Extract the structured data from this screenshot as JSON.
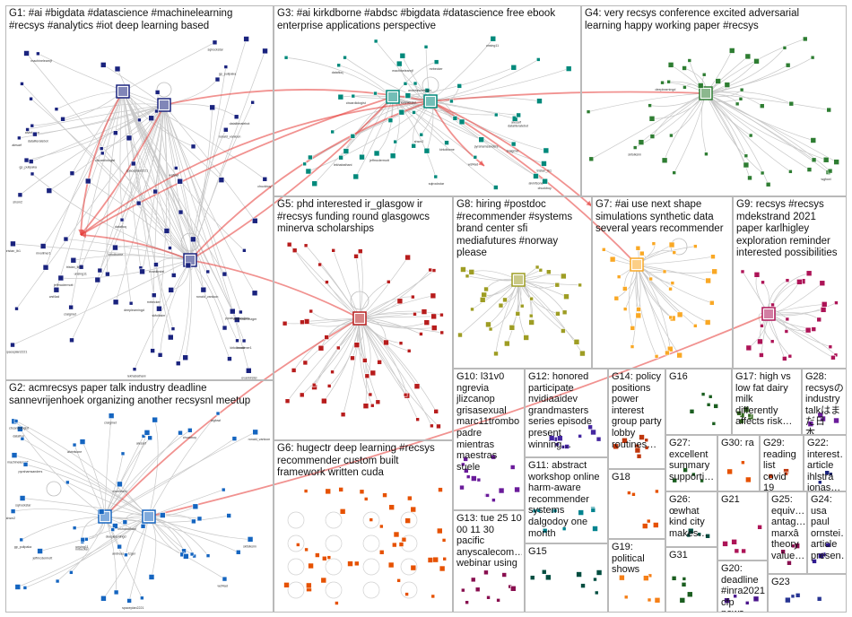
{
  "groups": [
    {
      "id": "G1",
      "text": "G1: #ai #bigdata #datascience #machinelearning\n#recsys #analytics #iot deep learning based",
      "color": "#1a237e"
    },
    {
      "id": "G2",
      "text": "G2: acmrecsys paper talk industry deadline\nsannevrijenhoek organizing another recsysnl meetup",
      "color": "#1565c0"
    },
    {
      "id": "G3",
      "text": "G3: #ai kirkdborne #abdsc #bigdata #datascience free ebook\nenterprise applications perspective",
      "color": "#00897b"
    },
    {
      "id": "G4",
      "text": "G4: very recsys conference excited adversarial\nlearning happy working paper #recsys",
      "color": "#2e7d32"
    },
    {
      "id": "G5",
      "text": "G5: phd interested ir_glasgow ir\n#recsys funding round glasgowcs\nminerva scholarships",
      "color": "#b71c1c"
    },
    {
      "id": "G6",
      "text": "G6: hugectr deep learning #recsys\nrecommender custom built\nframework written cuda",
      "color": "#e65100"
    },
    {
      "id": "G7",
      "text": "G7: #ai use next shape\nsimulations synthetic data\nseveral years recommender",
      "color": "#f9a825"
    },
    {
      "id": "G8",
      "text": "G8: hiring #postdoc\n#recommender #systems\nbrand center sfi\nmediafutures #norway\nplease",
      "color": "#9e9d24"
    },
    {
      "id": "G9",
      "text": "G9: recsys #recsys\nmdekstrand 2021\npaper karlhigley\nexploration reminder\ninterested possibilities",
      "color": "#ad1457"
    },
    {
      "id": "G10",
      "text": "G10: l31v0\nngrevia\njlizcanop\ngrisasexual\nmarc11trombo\npadre\nmientras\nmaestras\nsuele",
      "color": "#6a1b9a"
    },
    {
      "id": "G11",
      "text": "G11: abstract\nworkshop online\nharm-aware\nrecommender\nsystems\ndalgodoy one\nmonth",
      "color": "#00838f"
    },
    {
      "id": "G12",
      "text": "G12: honored\nparticipate\nnvidiaaidev\ngrandmasters\nseries episode\npresent winning…",
      "color": "#4527a0"
    },
    {
      "id": "G13",
      "text": "G13: tue 25 10\n00 11 30\npacific\nanyscalecom…\nwebinar using",
      "color": "#880e4f"
    },
    {
      "id": "G14",
      "text": "G14: policy\npositions\npower\ninterest\ngroup party\nlobby\nroutines…",
      "color": "#bf360c"
    },
    {
      "id": "G15",
      "text": "G15",
      "color": "#004d40"
    },
    {
      "id": "G16",
      "text": "G16",
      "color": "#1b5e20"
    },
    {
      "id": "G17",
      "text": "G17: high vs\nlow fat dairy\nmilk\ndifferently\naffects risk…",
      "color": "#33691e"
    },
    {
      "id": "G18",
      "text": "G18",
      "color": "#e65100"
    },
    {
      "id": "G19",
      "text": "G19: political\nshows",
      "color": "#f57f17"
    },
    {
      "id": "G20",
      "text": "G20:\ndeadline\n#inra2021\ncfp news…",
      "color": "#4a148c"
    },
    {
      "id": "G21",
      "text": "G21",
      "color": "#ad1457"
    },
    {
      "id": "G22",
      "text": "G22:\ninterest…\narticle\nihlsträ\njonas…",
      "color": "#1a237e"
    },
    {
      "id": "G23",
      "text": "G23",
      "color": "#283593"
    },
    {
      "id": "G24",
      "text": "G24:\nusa\npaul\nornstei…\narticle\npresen…",
      "color": "#311b92"
    },
    {
      "id": "G25",
      "text": "G25:\nequiv…\nantag…\nmarxâ\ntheory\nvalue…",
      "color": "#880e4f"
    },
    {
      "id": "G26",
      "text": "G26:\nœwhat\nkind city\nmakes…",
      "color": "#004d40"
    },
    {
      "id": "G27",
      "text": "G27:\nexcellent\nsummary\nsupporti…",
      "color": "#1b5e20"
    },
    {
      "id": "G28",
      "text": "G28:\nrecsysの\nindustry\ntalkはま\nだ日本…",
      "color": "#6a1b9a"
    },
    {
      "id": "G29",
      "text": "G29:\nreading\nlist covid\n19\nteacher…",
      "color": "#bf360c"
    },
    {
      "id": "G30",
      "text": "G30: ra",
      "color": "#e65100"
    },
    {
      "id": "G31",
      "text": "G31",
      "color": "#1b5e20"
    }
  ],
  "node_labels": [
    "spaceplan2221",
    "ronald_vanloon",
    "mvollmer1",
    "gp_pulipaka",
    "kirkdborne",
    "tristan_lb1",
    "dataliteratebot",
    "evankirstel",
    "mrbecker",
    "alesarf",
    "chuckboy",
    "craigmet",
    "lekhabathani",
    "unsing11",
    "andreasmetzger",
    "machinelearnjf",
    "jeffmcdermott",
    "alvinfsone",
    "shsm2",
    "datafloq",
    "cbcardiologist",
    "sqlrockstar",
    "wsf4ad",
    "pyrahamsanders",
    "deeplearningd",
    "skfolksim",
    "wgfowl"
  ]
}
